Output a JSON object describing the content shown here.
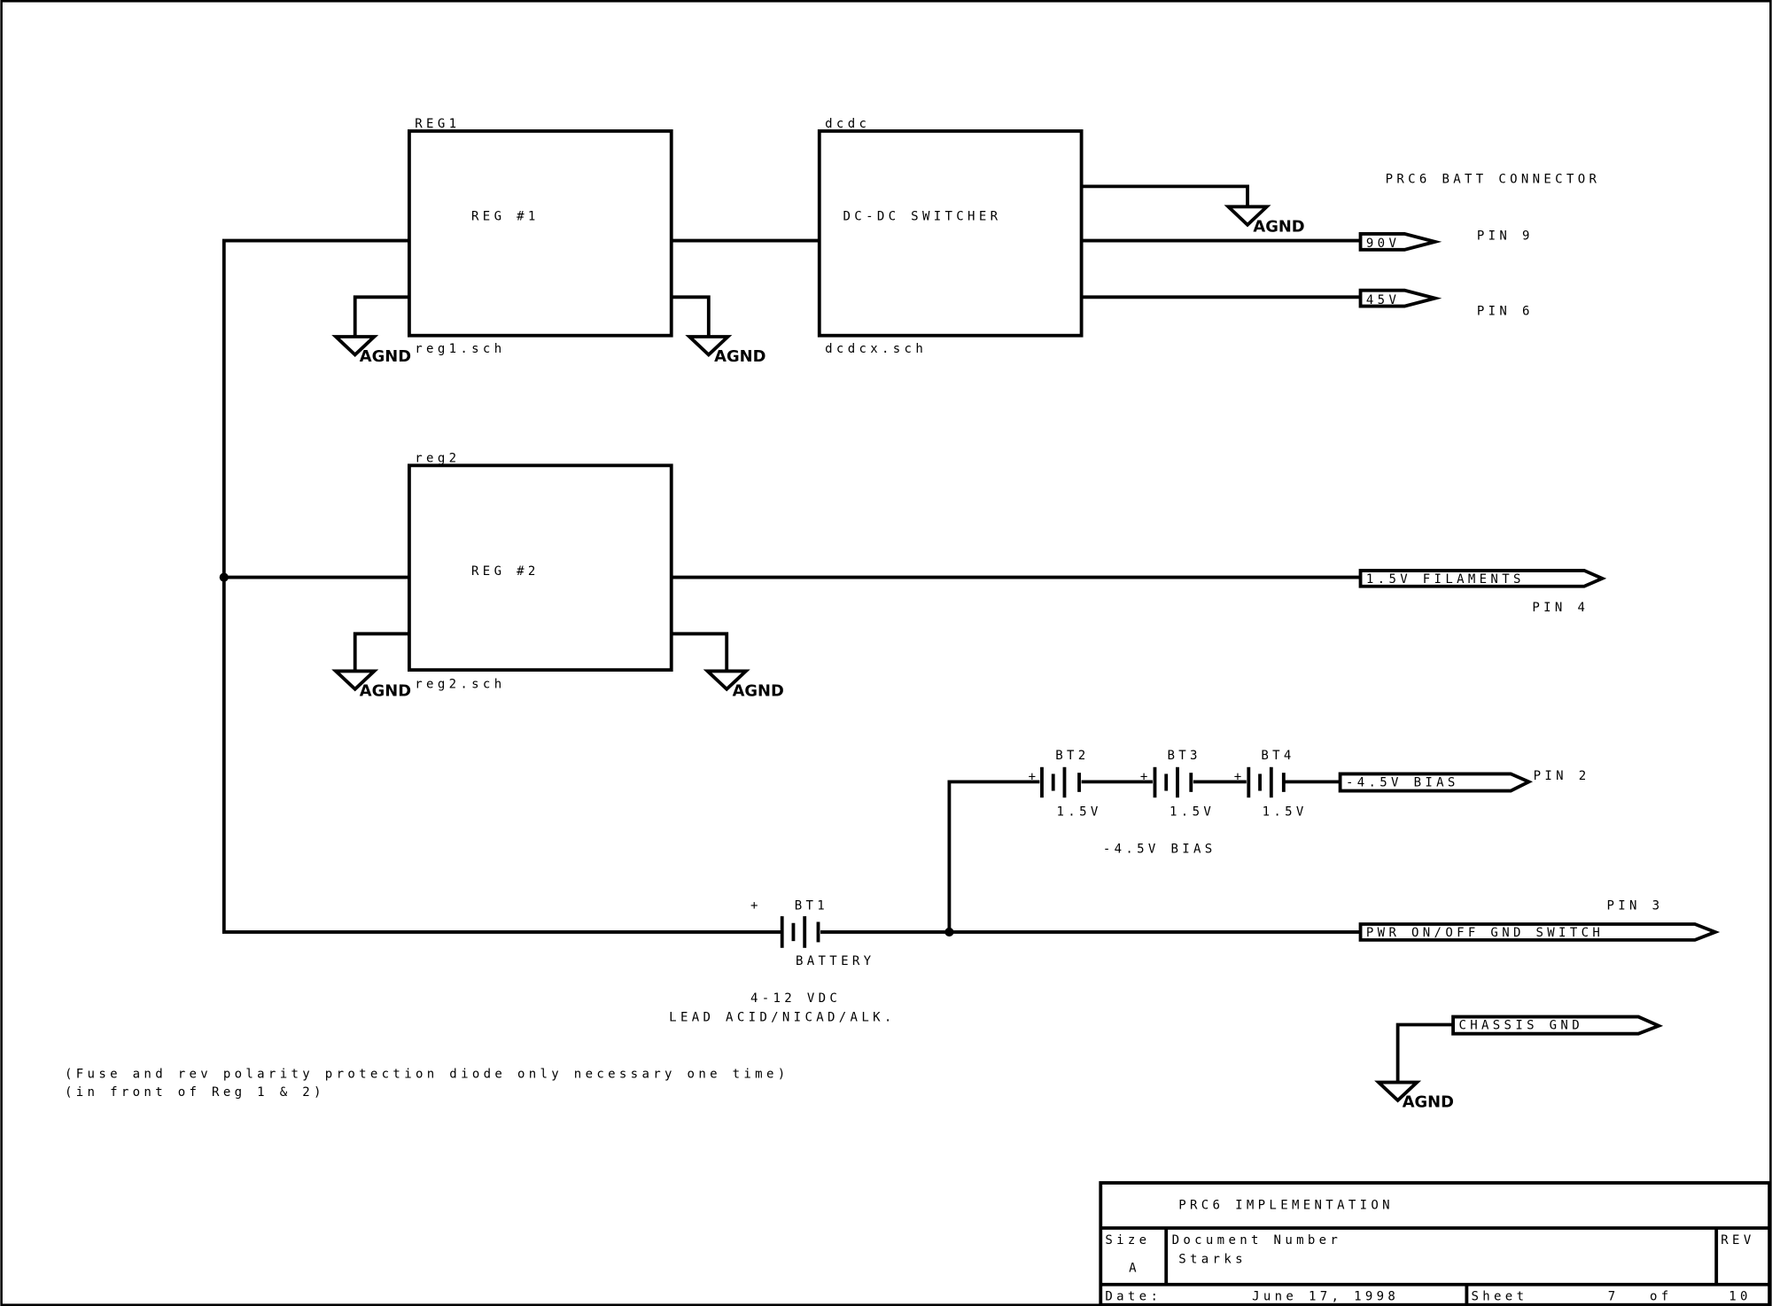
{
  "blocks": {
    "reg1": {
      "ref": "REG1",
      "title": "REG #1",
      "file": "reg1.sch"
    },
    "dcdc": {
      "ref": "dcdc",
      "title": "DC-DC SWITCHER",
      "file": "dcdcx.sch"
    },
    "reg2": {
      "ref": "reg2",
      "title": "REG #2",
      "file": "reg2.sch"
    }
  },
  "ground_label": "AGND",
  "connector": {
    "title": "PRC6 BATT CONNECTOR",
    "ports": [
      {
        "label": "90V",
        "pin": "PIN 9"
      },
      {
        "label": "45V",
        "pin": "PIN 6"
      },
      {
        "label": "1.5V FILAMENTS",
        "pin": "PIN 4"
      },
      {
        "label": "-4.5V BIAS",
        "pin": "PIN 2"
      },
      {
        "label": "PWR ON/OFF GND SWITCH",
        "pin": "PIN 3"
      },
      {
        "label": "CHASSIS GND"
      }
    ]
  },
  "batteries": {
    "plus": "+",
    "bt1": {
      "ref": "BT1",
      "value": "BATTERY"
    },
    "bt2": {
      "ref": "BT2",
      "value": "1.5V"
    },
    "bt3": {
      "ref": "BT3",
      "value": "1.5V"
    },
    "bt4": {
      "ref": "BT4",
      "value": "1.5V"
    },
    "bias_label": "-4.5V BIAS",
    "main_voltage": "4-12 VDC",
    "main_chemistry": "LEAD ACID/NICAD/ALK."
  },
  "notes": [
    "(Fuse and rev polarity protection diode only necessary one time)",
    "(in front of Reg 1 & 2)"
  ],
  "title_block": {
    "title": "PRC6 IMPLEMENTATION",
    "size_label": "Size",
    "size": "A",
    "docnum_label": "Document Number",
    "docnum": "Starks",
    "rev_label": "REV",
    "date_label": "Date:",
    "date": "June 17, 1998",
    "sheet_label": "Sheet",
    "sheet": "7",
    "of_label": "of",
    "sheets": "10"
  }
}
